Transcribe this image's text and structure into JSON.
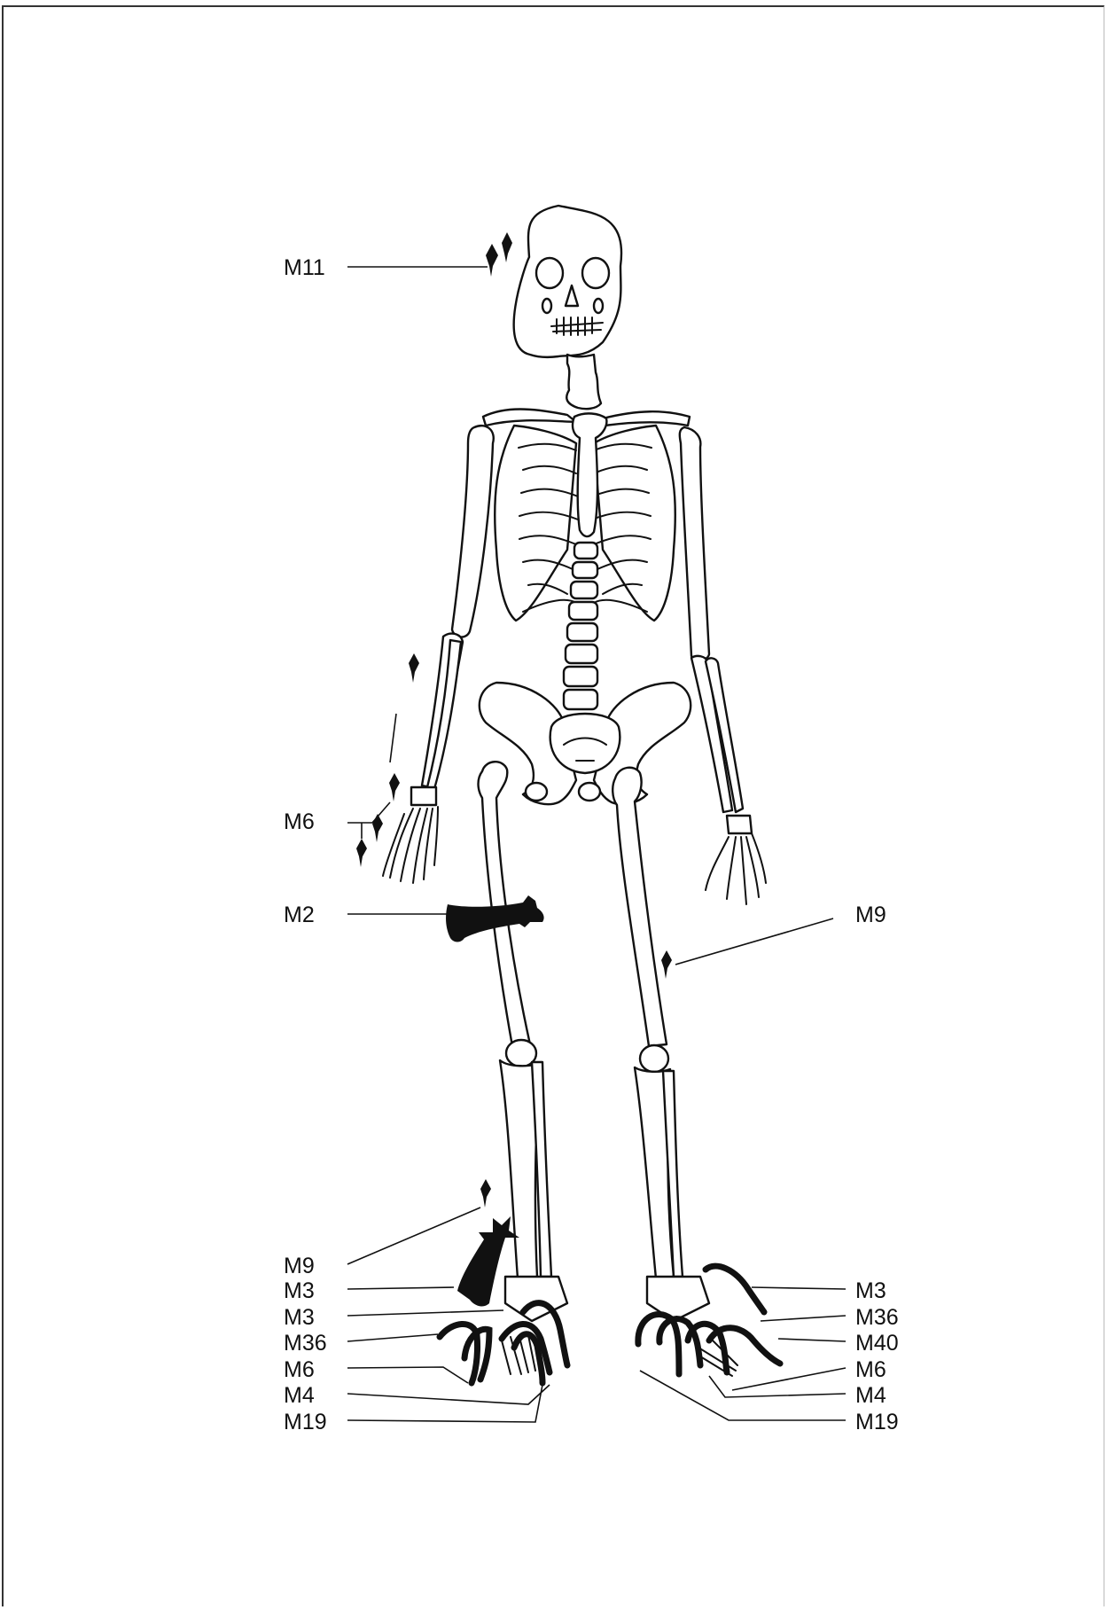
{
  "labels": {
    "skull": "M11",
    "right_hand": "M6",
    "right_thigh": "M2",
    "left_thigh": "M9",
    "right_foot": [
      "M9",
      "M3",
      "M3",
      "M36",
      "M6",
      "M4",
      "M19"
    ],
    "left_foot": [
      "M3",
      "M36",
      "M40",
      "M6",
      "M4",
      "M19"
    ]
  },
  "colors": {
    "ink": "#111111",
    "paper": "#ffffff"
  }
}
